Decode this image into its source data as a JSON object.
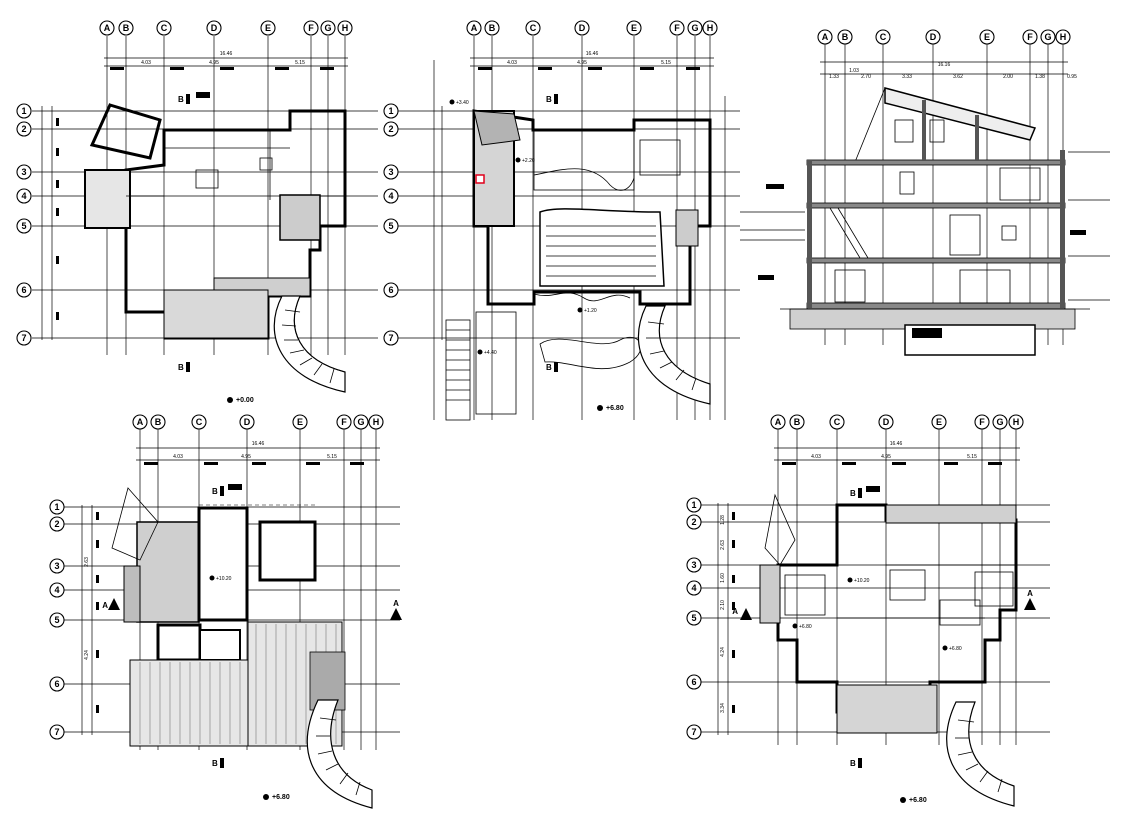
{
  "grid": {
    "columns": [
      "A",
      "B",
      "C",
      "D",
      "E",
      "F",
      "G",
      "H"
    ],
    "rows": [
      "1",
      "2",
      "3",
      "4",
      "5",
      "6",
      "7"
    ]
  },
  "plans": [
    {
      "id": "plan-1",
      "overall_dim": "16.46",
      "dims": [
        "4.03",
        "4.95",
        "5.15"
      ],
      "level": "+0.00",
      "section": "B"
    },
    {
      "id": "plan-2",
      "overall_dim": "16.46",
      "dims": [
        "4.03",
        "4.95",
        "5.15"
      ],
      "level": "+6.80",
      "section": "B",
      "inner_levels": [
        "+3.40",
        "+2.20",
        "+1.20",
        "+4.40"
      ]
    },
    {
      "id": "plan-3",
      "overall_dim": "16.46",
      "dims": [
        "4.03",
        "4.95",
        "5.15"
      ],
      "level": "+6.80",
      "section": "B",
      "inner_levels": [
        "+10.20"
      ],
      "section_side": "A"
    },
    {
      "id": "plan-4",
      "overall_dim": "16.46",
      "dims": [
        "4.03",
        "4.95",
        "5.15"
      ],
      "level": "+6.80",
      "section": "B",
      "inner_levels": [
        "+10.20",
        "+6.80",
        "+6.80"
      ],
      "section_side": "A"
    }
  ],
  "section": {
    "id": "section-elevation",
    "overall_dim": "16.16",
    "dims": [
      "1.33",
      "1.03",
      "2.70",
      "3.33",
      "3.62",
      "2.00",
      "1.38",
      "0.95"
    ]
  },
  "dims_vertical": [
    "1.28",
    "2.63",
    "1.60",
    "2.10",
    "4.24",
    "3.34"
  ]
}
